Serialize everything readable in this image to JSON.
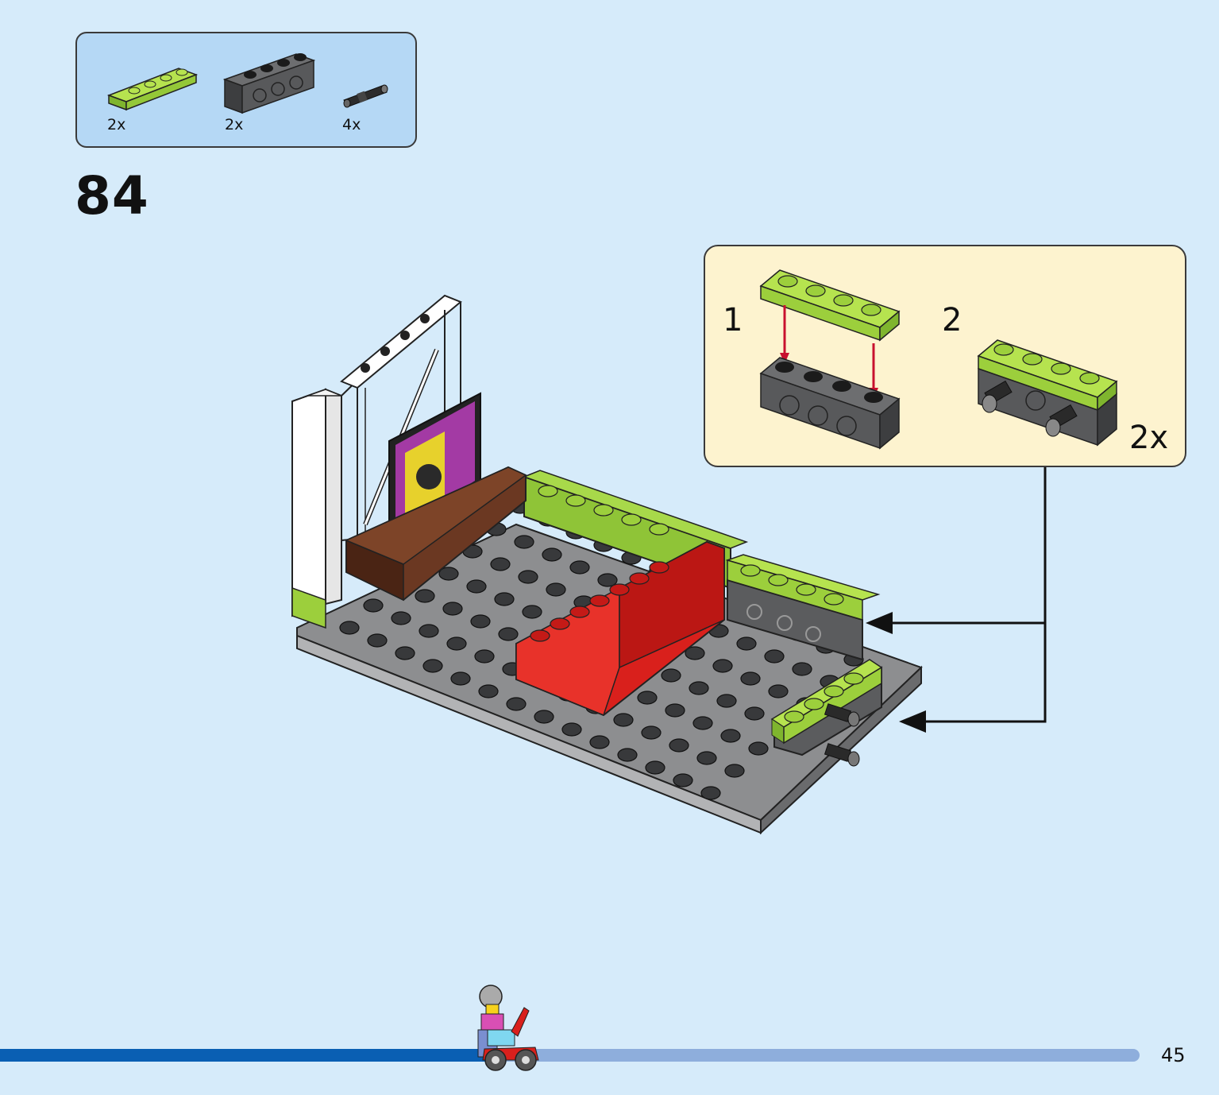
{
  "parts_list": [
    {
      "name": "lime-plate-1x4",
      "quantity": "2x"
    },
    {
      "name": "dark-grey-technic-brick-1x4",
      "quantity": "2x"
    },
    {
      "name": "black-pin-connector",
      "quantity": "4x"
    }
  ],
  "step_number": "84",
  "callout": {
    "substep_1": "1",
    "substep_2": "2",
    "multiplier": "2x"
  },
  "progress": {
    "fraction": 0.43
  },
  "page_number": "45",
  "colors": {
    "background": "#d6ebfa",
    "parts_box": "#b5d8f5",
    "callout_box": "#fdf3cf",
    "lime": "#9ccf3c",
    "dark_grey": "#5b5c5e",
    "red": "#d9201c",
    "brown": "#5a2d1a",
    "progress_fill": "#0a5fb3",
    "progress_track": "#8eaedc"
  }
}
